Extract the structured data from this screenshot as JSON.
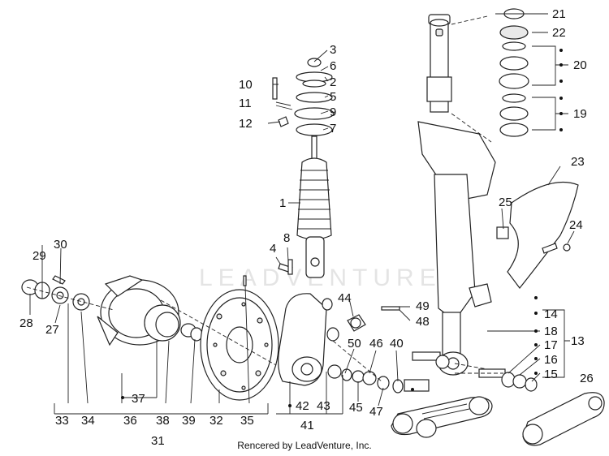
{
  "watermark": "LEADVENTURE",
  "credit": "Rencered by LeadVenture, Inc.",
  "callouts": {
    "c1": "1",
    "c2": "2",
    "c3": "3",
    "c4": "4",
    "c5": "5",
    "c6": "6",
    "c7": "7",
    "c8": "8",
    "c9": "9",
    "c10": "10",
    "c11": "11",
    "c12": "12",
    "c13": "13",
    "c14": "14",
    "c15": "15",
    "c16": "16",
    "c17": "17",
    "c18": "18",
    "c19": "19",
    "c20": "20",
    "c21": "21",
    "c22": "22",
    "c23": "23",
    "c24": "24",
    "c25": "25",
    "c26": "26",
    "c27": "27",
    "c28": "28",
    "c29": "29",
    "c30": "30",
    "c31": "31",
    "c32": "32",
    "c33": "33",
    "c34": "34",
    "c35": "35",
    "c36": "36",
    "c37": "37",
    "c38": "38",
    "c39": "39",
    "c40": "40",
    "c41": "41",
    "c42": "42",
    "c43": "43",
    "c44": "44",
    "c45": "45",
    "c46": "46",
    "c47": "47",
    "c48": "48",
    "c49": "49",
    "c50": "50"
  }
}
